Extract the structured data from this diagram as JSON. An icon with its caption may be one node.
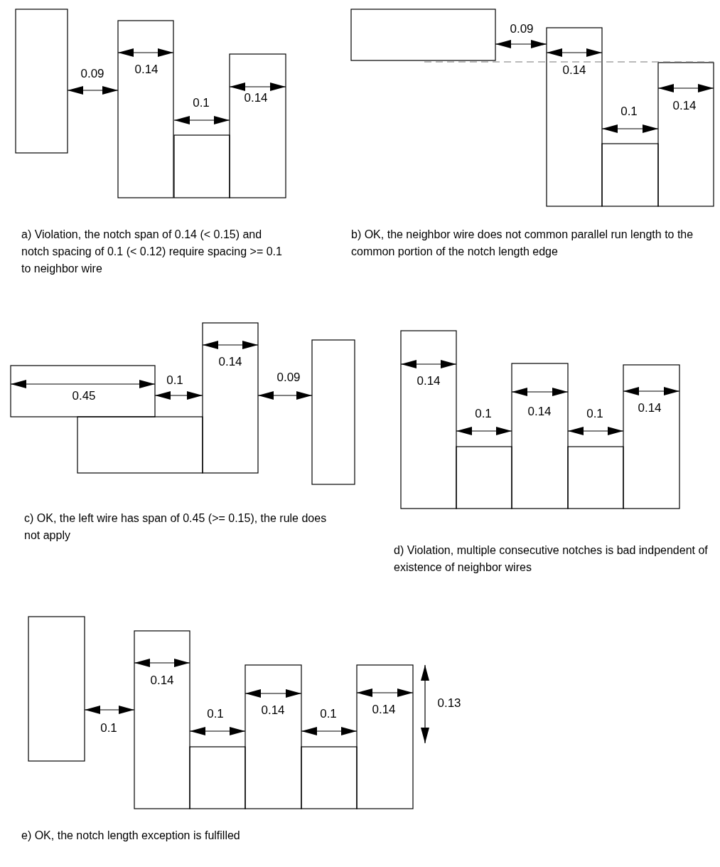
{
  "diagram": {
    "labels": [
      "0.09",
      "0.14",
      "0.1",
      "0.14",
      "a) Violation, the notch span of 0.14 (< 0.15) and notch spacing of 0.1 (< 0.12) require spacing >= 0.1 to neighbor wire",
      "0.09",
      "0.14",
      "0.1",
      "0.14",
      "b) OK, the neighbor wire does not common parallel run length to the common portion of the notch length edge",
      "0.45",
      "0.1",
      "0.14",
      "0.09",
      "c) OK, the left wire has span of 0.45 (>= 0.15), the rule does not apply",
      "0.14",
      "0.1",
      "0.14",
      "0.1",
      "0.14",
      "d) Violation, multiple consecutive notches is bad indpendent of existence of neighbor wires",
      "0.1",
      "0.14",
      "0.1",
      "0.14",
      "0.1",
      "0.14",
      "0.13",
      "e) OK, the notch length exception is fulfilled"
    ]
  }
}
